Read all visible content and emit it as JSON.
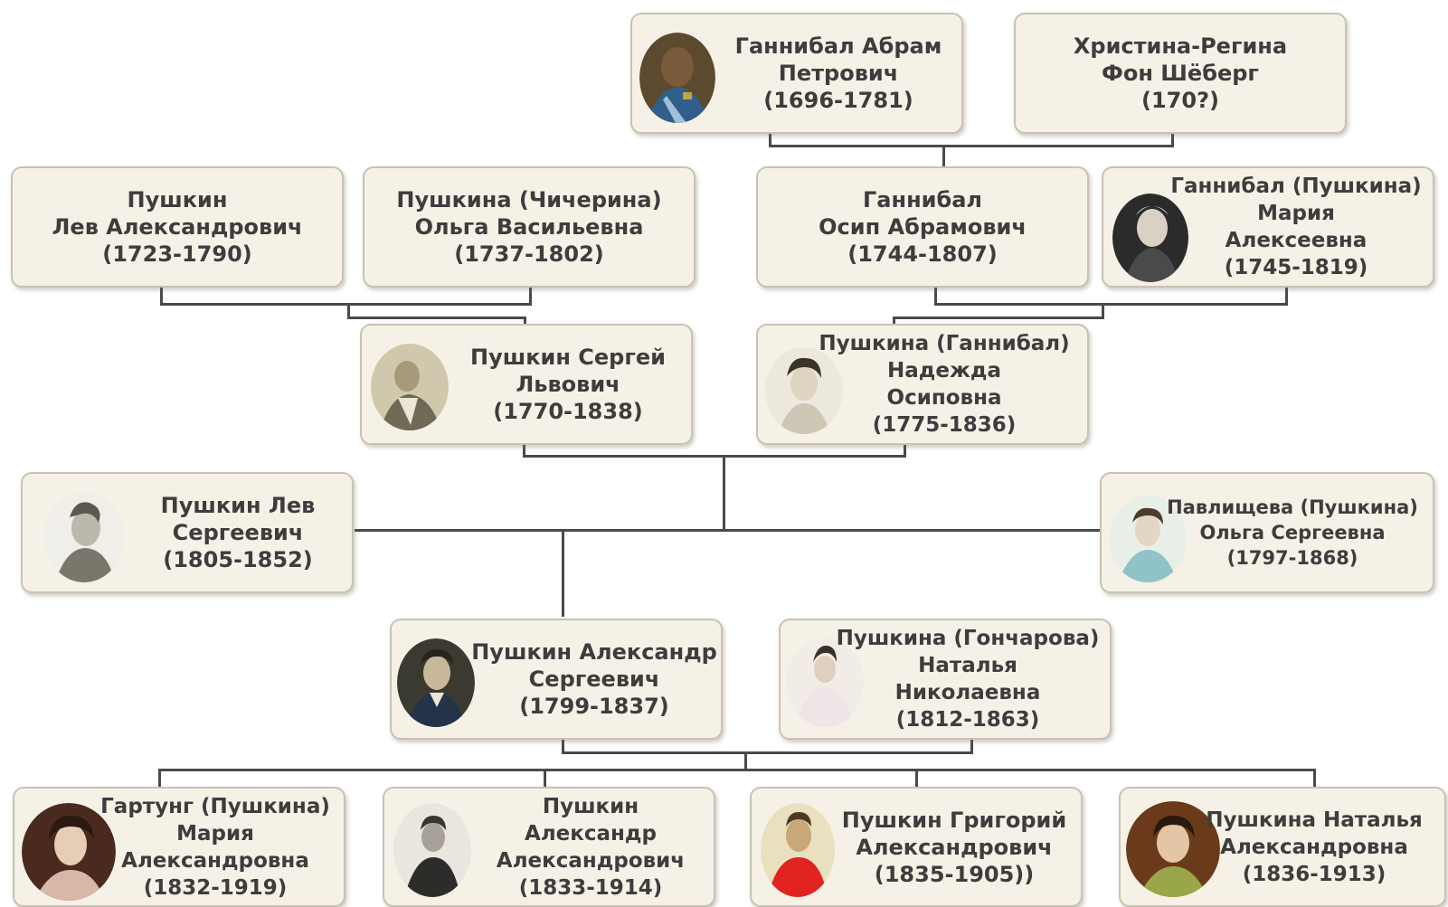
{
  "colors": {
    "card_bg": "#f6f1e6",
    "card_border": "#c9c2b4",
    "text": "#3d3d3d",
    "connector": "#4a4a4a"
  },
  "people": {
    "abram": {
      "lines": [
        "Ганнибал Абрам",
        "Петрович",
        "(1696-1781)"
      ],
      "portrait": "portrait-icon"
    },
    "christina": {
      "lines": [
        "Христина-Регина",
        "Фон Шёберг",
        "(170?)"
      ]
    },
    "lev_a": {
      "lines": [
        "Пушкин",
        "Лев Александрович",
        "(1723-1790)"
      ]
    },
    "olga_v": {
      "lines": [
        "Пушкина (Чичерина)",
        "Ольга Васильевна",
        "(1737-1802)"
      ]
    },
    "osip": {
      "lines": [
        "Ганнибал",
        "Осип Абрамович",
        "(1744-1807)"
      ]
    },
    "maria_a": {
      "lines": [
        "Ганнибал (Пушкина)",
        "Мария",
        "Алексеевна",
        "(1745-1819)"
      ],
      "portrait": "portrait-icon"
    },
    "sergey": {
      "lines": [
        "Пушкин Сергей",
        "Львович",
        "(1770-1838)"
      ],
      "portrait": "portrait-icon"
    },
    "nadezhda": {
      "lines": [
        "Пушкина (Ганнибал)",
        "Надежда",
        "Осиповна",
        "(1775-1836)"
      ],
      "portrait": "portrait-icon"
    },
    "lev_s": {
      "lines": [
        "Пушкин Лев",
        "Сергеевич",
        "(1805-1852)"
      ],
      "portrait": "portrait-icon"
    },
    "olga_s": {
      "lines": [
        "Павлищева (Пушкина)",
        "Ольга Сергеевна",
        "(1797-1868)"
      ],
      "portrait": "portrait-icon"
    },
    "alexander": {
      "lines": [
        "Пушкин Александр",
        "Сергеевич",
        "(1799-1837)"
      ],
      "portrait": "portrait-icon"
    },
    "natalia_n": {
      "lines": [
        "Пушкина (Гончарова)",
        "Наталья",
        "Николаевна",
        "(1812-1863)"
      ],
      "portrait": "portrait-icon"
    },
    "maria_al": {
      "lines": [
        "Гартунг (Пушкина)",
        "Мария",
        "Александровна",
        "(1832-1919)"
      ],
      "portrait": "portrait-icon"
    },
    "alexander_a": {
      "lines": [
        "Пушкин",
        "Александр",
        "Александрович",
        "(1833-1914)"
      ],
      "portrait": "portrait-icon"
    },
    "grigory": {
      "lines": [
        "Пушкин Григорий",
        "Александрович",
        "(1835-1905))"
      ],
      "portrait": "portrait-icon"
    },
    "natalia_a": {
      "lines": [
        "Пушкина Наталья",
        "Александровна",
        "(1836-1913)"
      ],
      "portrait": "portrait-icon"
    }
  }
}
